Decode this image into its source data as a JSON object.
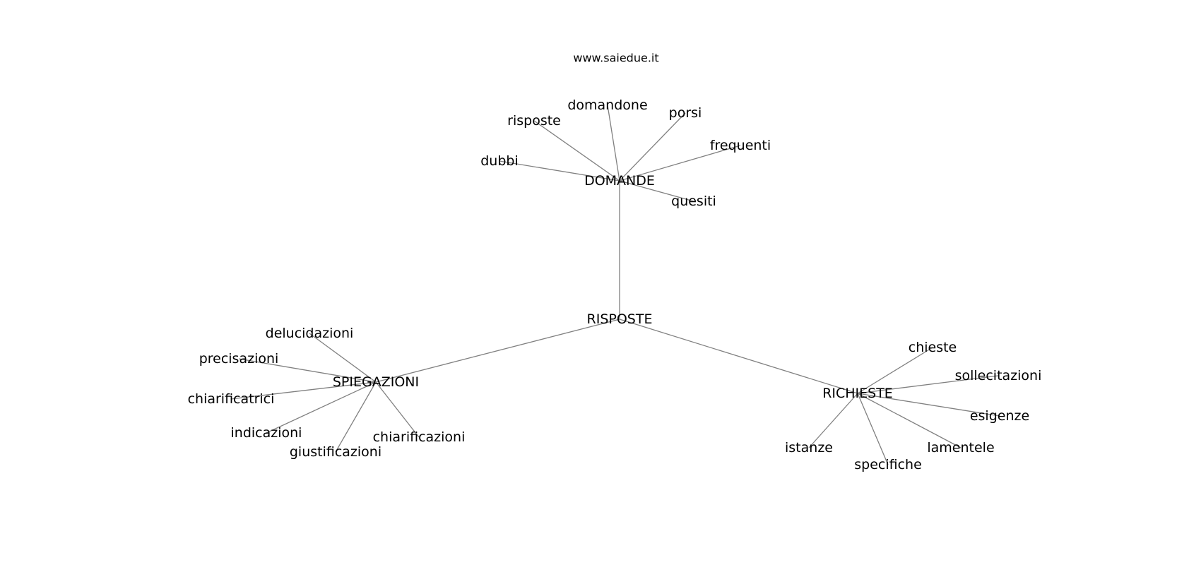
{
  "header": {
    "site": "www.saiedue.it"
  },
  "graph": {
    "nodes": [
      {
        "id": "risposte_root",
        "label": "RISPOSTE"
      },
      {
        "id": "domande",
        "label": "DOMANDE"
      },
      {
        "id": "spiegazioni",
        "label": "SPIEGAZIONI"
      },
      {
        "id": "richieste",
        "label": "RICHIESTE"
      },
      {
        "id": "domandone",
        "label": "domandone"
      },
      {
        "id": "risposte",
        "label": "risposte"
      },
      {
        "id": "porsi",
        "label": "porsi"
      },
      {
        "id": "frequenti",
        "label": "frequenti"
      },
      {
        "id": "dubbi",
        "label": "dubbi"
      },
      {
        "id": "quesiti",
        "label": "quesiti"
      },
      {
        "id": "delucidazioni",
        "label": "delucidazioni"
      },
      {
        "id": "precisazioni",
        "label": "precisazioni"
      },
      {
        "id": "chiarificatrici",
        "label": "chiarificatrici"
      },
      {
        "id": "indicazioni",
        "label": "indicazioni"
      },
      {
        "id": "giustificazioni",
        "label": "giustificazioni"
      },
      {
        "id": "chiarificazioni",
        "label": "chiarificazioni"
      },
      {
        "id": "chieste",
        "label": "chieste"
      },
      {
        "id": "sollecitazioni",
        "label": "sollecitazioni"
      },
      {
        "id": "esigenze",
        "label": "esigenze"
      },
      {
        "id": "lamentele",
        "label": "lamentele"
      },
      {
        "id": "specifiche",
        "label": "specifiche"
      },
      {
        "id": "istanze",
        "label": "istanze"
      }
    ],
    "edges": [
      [
        "risposte_root",
        "domande"
      ],
      [
        "risposte_root",
        "spiegazioni"
      ],
      [
        "risposte_root",
        "richieste"
      ],
      [
        "domande",
        "domandone"
      ],
      [
        "domande",
        "risposte"
      ],
      [
        "domande",
        "porsi"
      ],
      [
        "domande",
        "frequenti"
      ],
      [
        "domande",
        "dubbi"
      ],
      [
        "domande",
        "quesiti"
      ],
      [
        "spiegazioni",
        "delucidazioni"
      ],
      [
        "spiegazioni",
        "precisazioni"
      ],
      [
        "spiegazioni",
        "chiarificatrici"
      ],
      [
        "spiegazioni",
        "indicazioni"
      ],
      [
        "spiegazioni",
        "giustificazioni"
      ],
      [
        "spiegazioni",
        "chiarificazioni"
      ],
      [
        "richieste",
        "chieste"
      ],
      [
        "richieste",
        "sollecitazioni"
      ],
      [
        "richieste",
        "esigenze"
      ],
      [
        "richieste",
        "lamentele"
      ],
      [
        "richieste",
        "specifiche"
      ],
      [
        "richieste",
        "istanze"
      ]
    ]
  }
}
